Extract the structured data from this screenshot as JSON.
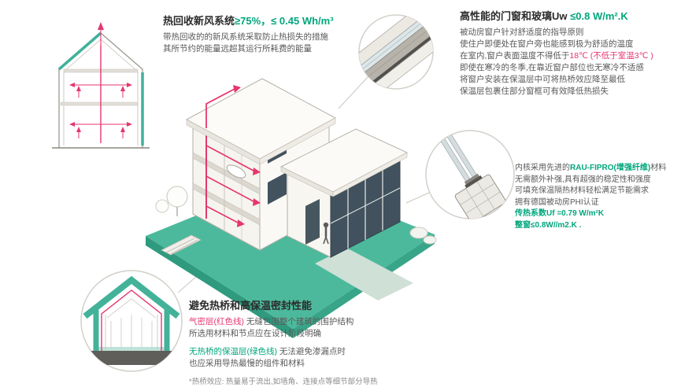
{
  "colors": {
    "green": "#00a67c",
    "red": "#e5366e",
    "ground_teal": "#4db99c",
    "glass_dark": "#41525e"
  },
  "heat_recovery": {
    "title_black": "热回收新风系统",
    "title_green": "≥75%，≤ 0.45 Wh/m³",
    "desc1": "带热回收的的新风系统采取防止热损失的措施",
    "desc2": "其所节约的能量远超其运行所耗费的能量"
  },
  "windows_glass": {
    "title_black": "高性能的门窗和玻璃Uw ",
    "title_green": "≤0.8 W/m².K",
    "line1": "被动房窗户针对舒适度的指导原则",
    "line2": "使住户即便处在窗户旁也能感到极为舒适的温度",
    "line3_pre": "在室内,窗户表面温度不得低于",
    "line3_red": "18℃ (不低于室温3℃ )",
    "line4": "即使在寒冷的冬季,在靠近窗户部位也无寒冷不适感",
    "line5": "将窗户安装在保温层中可将热桥效应降至最低",
    "line6": "保温层包裹住部分窗框可有效降低热损失"
  },
  "profile_material": {
    "line1_pre": "内核采用先进的",
    "line1_teal": "RAU-FIPRO(增强纤维)",
    "line1_post": "材料",
    "line2": "无需额外补强,具有超强的稳定性和强度",
    "line3": "可填充保温隔热材料轻松满足节能需求",
    "line4": "拥有德国被动房PHI认证",
    "line5": "传热系数Uf =0.79 W/m²K",
    "line6": "整窗≤0.8W//m2.K ."
  },
  "thermal_bridge": {
    "title": "避免热桥和高保温密封性能",
    "p1_red": "气密层(红色线)",
    "p1_rest": " 无缝包围整个建筑的围护结构",
    "p1_line2": "所选用材料和节点应在设计阶段明确",
    "p2_green": "无热桥的保温层(绿色线)",
    "p2_rest": " 无法避免渗漏点时",
    "p2_line2": "也应采用导热最慢的组件和材料",
    "footnote": "*热桥效应: 热量易于流出,如墙角、连接点等细节部分导热"
  }
}
